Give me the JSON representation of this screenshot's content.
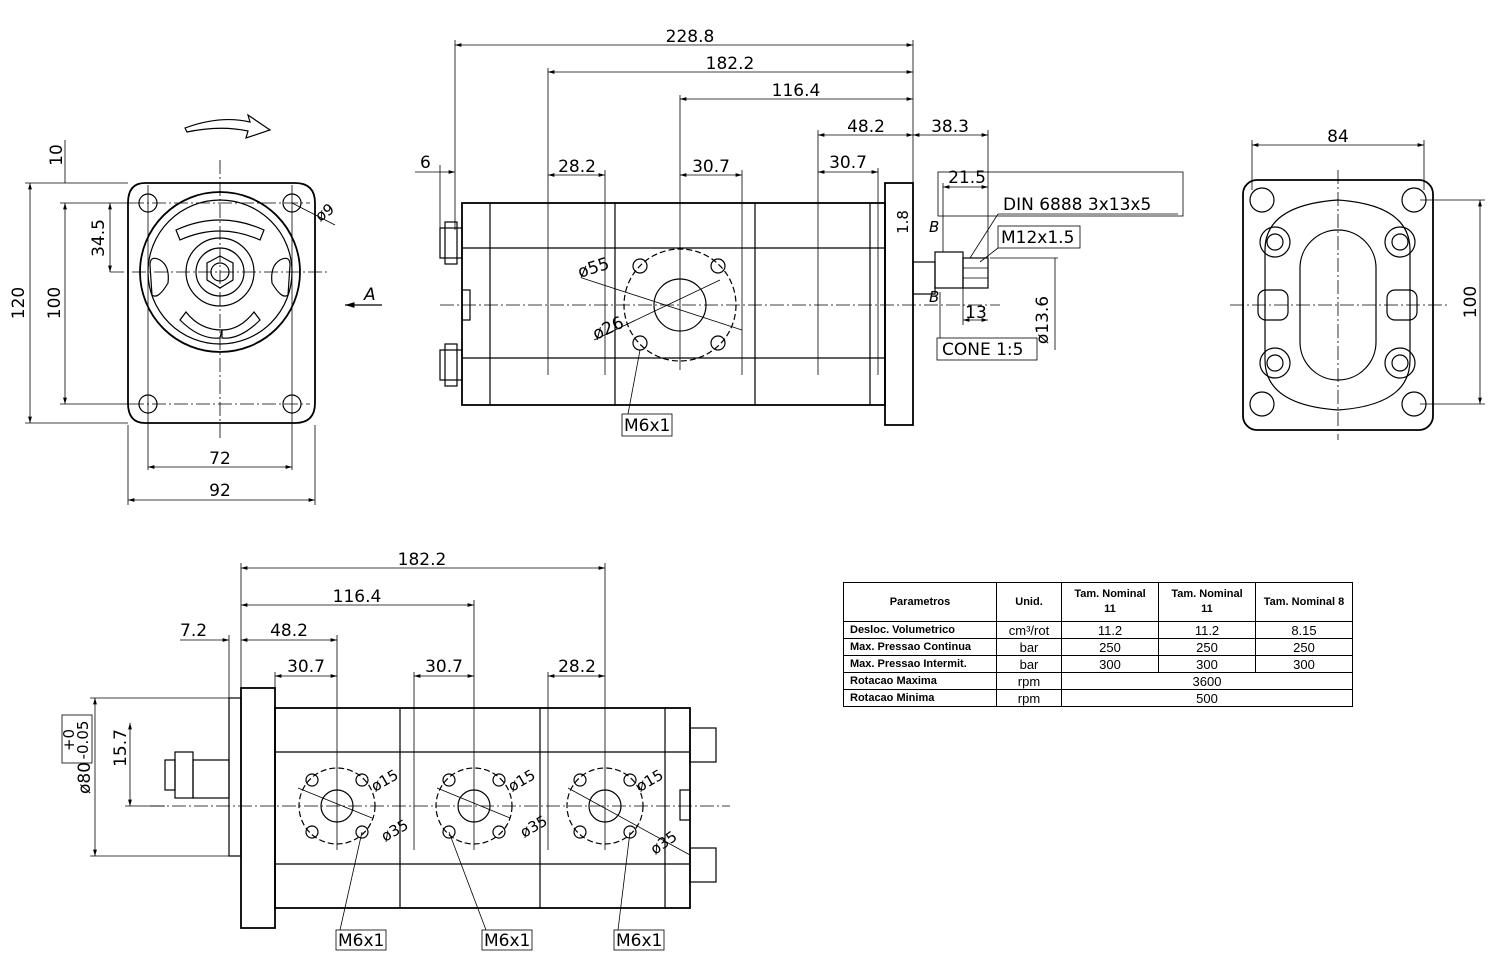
{
  "front_view": {
    "dims": {
      "d10": "10",
      "d34_5": "34.5",
      "d120": "120",
      "d100": "100",
      "d72": "72",
      "d92": "92",
      "d9": "ø9"
    },
    "arrow_label": "A"
  },
  "side_view": {
    "dims": {
      "d228_8": "228.8",
      "d182_2": "182.2",
      "d116_4": "116.4",
      "d48_2": "48.2",
      "d38_3": "38.3",
      "d6": "6",
      "d28_2": "28.2",
      "d30_7a": "30.7",
      "d30_7b": "30.7",
      "d21_5": "21.5",
      "d1_8": "1.8",
      "d55": "ø55",
      "d26": "ø26",
      "d13": "13",
      "d13_6": "ø13.6",
      "b1": "B",
      "b2": "B"
    },
    "callouts": {
      "din": "DIN 6888 3x13x5",
      "thread": "M12x1.5",
      "cone": "CONE 1:5",
      "port": "M6x1"
    }
  },
  "rear_view": {
    "dims": {
      "d84": "84",
      "d100": "100"
    }
  },
  "bottom_view": {
    "dims": {
      "d182_2": "182.2",
      "d116_4": "116.4",
      "d7_2": "7.2",
      "d48_2": "48.2",
      "d30_7a": "30.7",
      "d30_7b": "30.7",
      "d28_2": "28.2",
      "d15_7": "15.7",
      "d80": "ø80",
      "tol_up": "+0",
      "tol_dn": "-0.05",
      "d15a": "ø15",
      "d15b": "ø15",
      "d15c": "ø15",
      "d35a": "ø35",
      "d35b": "ø35",
      "d35c": "ø35"
    },
    "ports": [
      "M6x1",
      "M6x1",
      "M6x1"
    ]
  },
  "spec_table": {
    "headers": [
      "Parametros",
      "Unid.",
      "Tam. Nominal 11",
      "Tam. Nominal 11",
      "Tam. Nominal 8"
    ],
    "rows": [
      {
        "param": "Desloc. Volumetrico",
        "unit": "cm³/rot",
        "v1": "11.2",
        "v2": "11.2",
        "v3": "8.15"
      },
      {
        "param": "Max. Pressao Continua",
        "unit": "bar",
        "v1": "250",
        "v2": "250",
        "v3": "250"
      },
      {
        "param": "Max. Pressao Intermit.",
        "unit": "bar",
        "v1": "300",
        "v2": "300",
        "v3": "300"
      },
      {
        "param": "Rotacao Maxima",
        "unit": "rpm",
        "merged": "3600"
      },
      {
        "param": "Rotacao Minima",
        "unit": "rpm",
        "merged": "500"
      }
    ]
  }
}
